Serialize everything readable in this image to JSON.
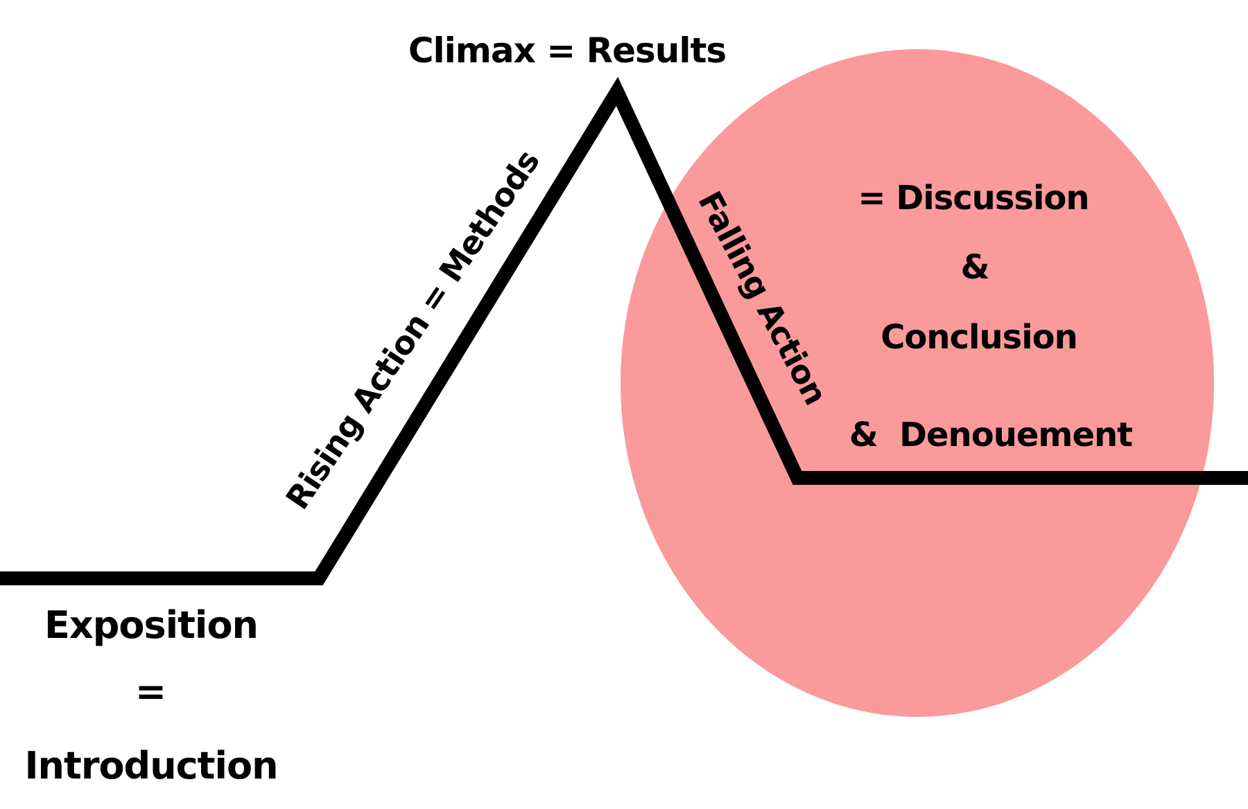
{
  "diagram": {
    "colors": {
      "background": "#ffffff",
      "line": "#000000",
      "circle": "#fa9a9a",
      "text": "#000000"
    },
    "climax_label": "Climax = Results",
    "rising_label": "Rising Action = Methods",
    "falling_label": "Falling Action",
    "circle_annotations": {
      "row1": "= Discussion",
      "row2": "&",
      "row3": "Conclusion",
      "row4": "&  Denouement"
    },
    "exposition_block": {
      "row1": "Exposition",
      "row2": "=",
      "row3": "Introduction"
    }
  }
}
